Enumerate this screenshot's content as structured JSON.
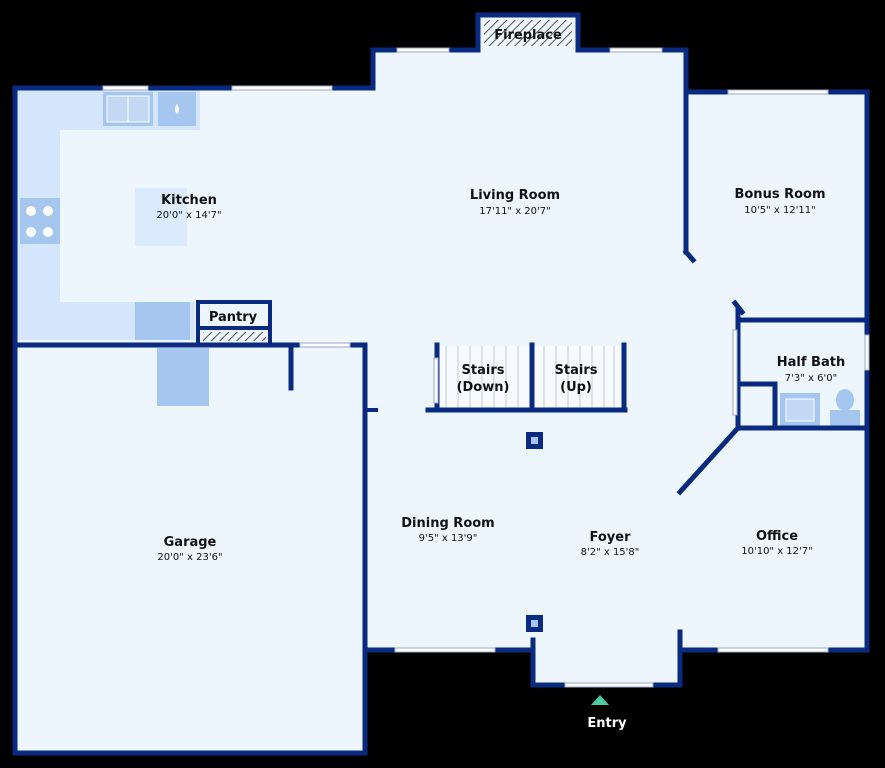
{
  "rooms": {
    "fireplace": {
      "name": "Fireplace"
    },
    "kitchen": {
      "name": "Kitchen",
      "dims": "20'0\" x 14'7\""
    },
    "living_room": {
      "name": "Living Room",
      "dims": "17'11\" x 20'7\""
    },
    "bonus_room": {
      "name": "Bonus Room",
      "dims": "10'5\" x 12'11\""
    },
    "pantry": {
      "name": "Pantry"
    },
    "stairs_down": {
      "line1": "Stairs",
      "line2": "(Down)"
    },
    "stairs_up": {
      "line1": "Stairs",
      "line2": "(Up)"
    },
    "half_bath": {
      "name": "Half Bath",
      "dims": "7'3\" x 6'0\""
    },
    "garage": {
      "name": "Garage",
      "dims": "20'0\" x 23'6\""
    },
    "dining_room": {
      "name": "Dining Room",
      "dims": "9'5\" x 13'9\""
    },
    "foyer": {
      "name": "Foyer",
      "dims": "8'2\" x 15'8\""
    },
    "office": {
      "name": "Office",
      "dims": "10'10\" x 12'7\""
    }
  },
  "entry": {
    "label": "Entry"
  },
  "colors": {
    "background": "#000000",
    "floor": "#eef6fd",
    "wall": "#0a2a80",
    "cabinet": "#d3e6fb",
    "appliance": "#a5c6ee",
    "entry_marker": "#4fc9a0"
  }
}
